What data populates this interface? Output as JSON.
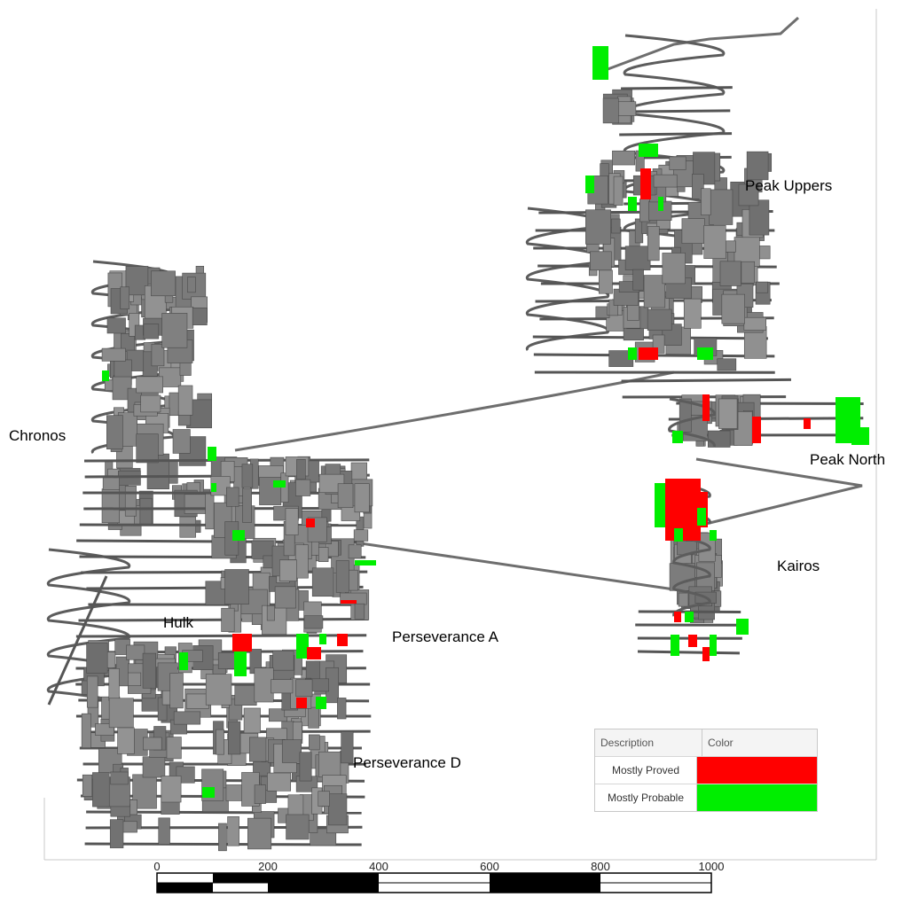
{
  "labels": {
    "peak_uppers": "Peak Uppers",
    "peak_north": "Peak North",
    "chronos": "Chronos",
    "kairos": "Kairos",
    "hulk": "Hulk",
    "perseverance_a": "Perseverance A",
    "perseverance_d": "Perseverance D"
  },
  "legend": {
    "header_description": "Description",
    "header_color": "Color",
    "items": [
      {
        "label": "Mostly Proved",
        "color": "#ff0000"
      },
      {
        "label": "Mostly Probable",
        "color": "#00ee00"
      }
    ]
  },
  "scale_bar": {
    "ticks": [
      "0",
      "200",
      "400",
      "600",
      "800",
      "1000"
    ]
  },
  "colors": {
    "development": "#7a7a7a",
    "proved": "#ff0000",
    "probable": "#00ee00"
  }
}
